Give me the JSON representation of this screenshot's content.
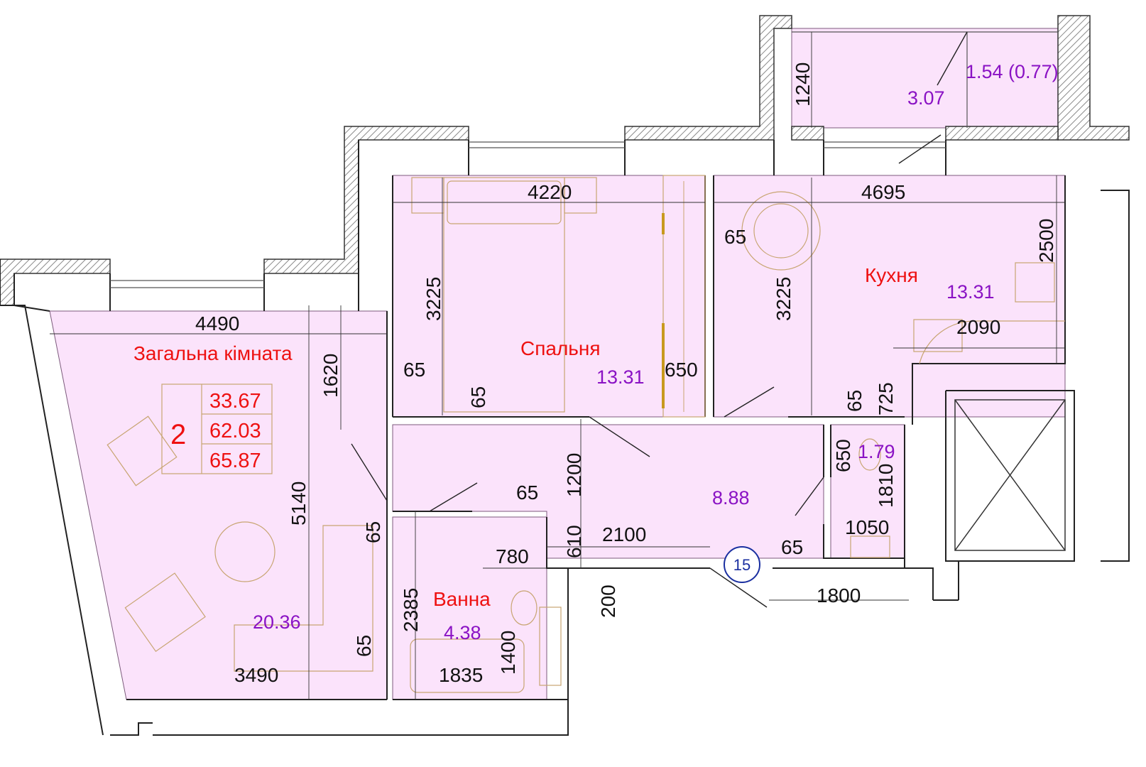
{
  "apartment": {
    "number": "2",
    "areas": [
      "33.67",
      "62.03",
      "65.87"
    ],
    "unit_label": "15"
  },
  "rooms": {
    "living": {
      "name": "Загальна кімната",
      "area": "20.36"
    },
    "bedroom": {
      "name": "Спальня",
      "area": "13.31"
    },
    "kitchen": {
      "name": "Кухня",
      "area": "13.31"
    },
    "bathroom": {
      "name": "Ванна",
      "area": "4.38"
    },
    "hall": {
      "area": "8.88"
    },
    "toilet": {
      "area": "1.79"
    },
    "balcony": {
      "area": "3.07",
      "area_reduced": "1.54 (0.77)"
    }
  },
  "dimensions": {
    "d4490": "4490",
    "d4220": "4220",
    "d4695": "4695",
    "d1240": "1240",
    "d2500": "2500",
    "d3225a": "3225",
    "d3225b": "3225",
    "d1620": "1620",
    "d5140": "5140",
    "d65_living_left": "65",
    "d65_bed_bottom": "65",
    "d650_closet": "650",
    "d65_kitchen": "65",
    "d2090": "2090",
    "d65_kitchen_bottom": "65",
    "d725": "725",
    "d650_toilet": "650",
    "d1810": "1810",
    "d1200": "1200",
    "d65_hall": "65",
    "d65_living_mid": "65",
    "d610": "610",
    "d2100": "2100",
    "d780": "780",
    "d1050": "1050",
    "d65_hall_right": "65",
    "d1800": "1800",
    "d200": "200",
    "d2385": "2385",
    "d1400": "1400",
    "d1835": "1835",
    "d3490": "3490",
    "d65_living_bottom": "65"
  },
  "colors": {
    "room_fill": "#fbe3fb",
    "wall_hatch": "#7a7a7a",
    "room_name": "#ee1111",
    "area_text": "#8a12c4",
    "furniture": "#c8a572",
    "door_strip": "#c89a1e"
  }
}
